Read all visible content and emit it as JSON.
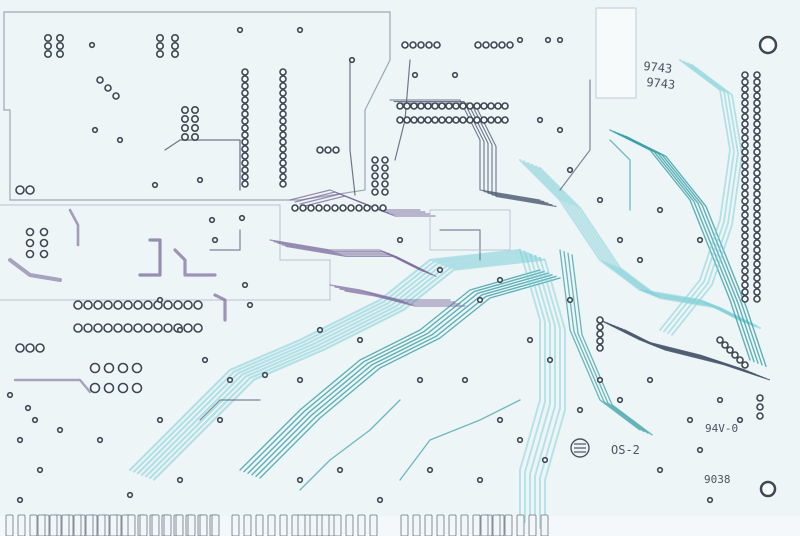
{
  "image": {
    "subject": "printed circuit board",
    "colors": {
      "board": "#eef5f7",
      "board_edge": "#dde8ec",
      "trace_dark": "#4b5a70",
      "trace_purple": "#7a6a9a",
      "trace_teal": "#3aa0a8",
      "trace_cyan": "#7fd0d8",
      "pad_ring": "#3e4852",
      "silkscreen": "#4a5660",
      "red_mark": "#8a3a44"
    }
  },
  "markings": {
    "red_code_1": "9743",
    "red_code_2": "9743",
    "layer_label": "OS-2",
    "rating_label": "94V-0",
    "date_code": "9038"
  }
}
